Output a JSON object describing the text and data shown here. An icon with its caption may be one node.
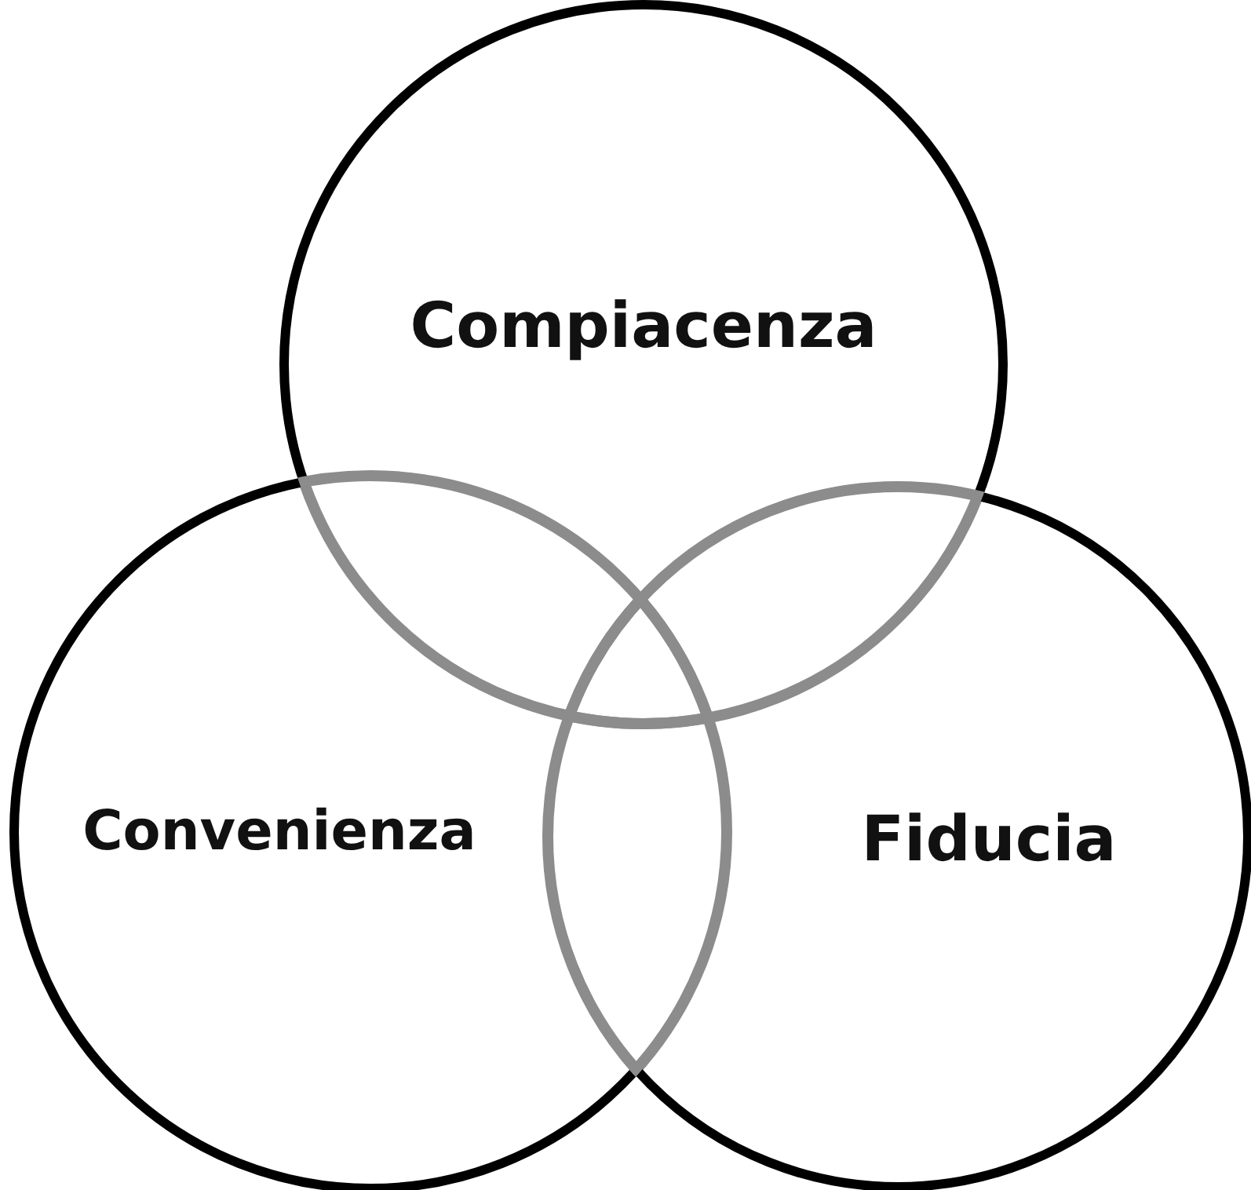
{
  "diagram": {
    "nodes": [
      {
        "text": [
          "Compiacenza"
        ]
      },
      {
        "text": [
          "Convenienza"
        ]
      },
      {
        "text": [
          "Fiducia"
        ]
      }
    ]
  }
}
